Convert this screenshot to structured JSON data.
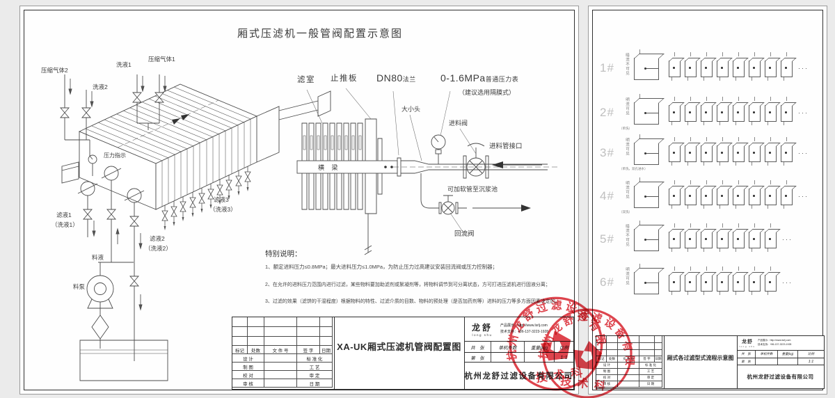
{
  "page": {
    "background": "#ebebeb",
    "line_color": "#4a4a4a",
    "stamp_color": "#d9232d"
  },
  "left_sheet": {
    "title": "厢式压滤机一般管阀配置示意图",
    "labels": {
      "compressed_gas_2": "压缩气体2",
      "wash_2": "洗液2",
      "wash_1": "洗液1",
      "compressed_gas_1": "压缩气体1",
      "pressure_indicator": "压力指示",
      "filtrate_1": "滤液1",
      "filtrate_1_alt": "（洗液1）",
      "filtrate_2": "滤液2",
      "filtrate_2_alt": "（洗液2）",
      "filtrate_3": "滤液3",
      "filtrate_3_alt": "（洗液3）",
      "feed_liquid": "料液",
      "feed_pump": "料泵",
      "filter_chamber": "滤室",
      "thrust_plate": "止推板",
      "flange_size": "DN80",
      "flange_word": "法兰",
      "gauge_range": "0-1.6MPa",
      "gauge_type": "普通压力表",
      "gauge_note": "（建议选用隔膜式）",
      "reducer": "大小头",
      "cross_beam": "横 梁",
      "feed_valve": "进料阀",
      "feed_port": "进料管接口",
      "hose_note": "可加软管至沉浆池",
      "return_valve": "回流阀"
    },
    "notes": {
      "heading": "特别说明：",
      "items": [
        "1、额定进料压力≤0.8MPa；最大进料压力≤1.0MPa，为防止压力过高建议安装回流阀或压力控制器；",
        "2、在允许的进料压力范围内进行过滤，某些物料要加助滤剂或絮凝剂等，将物料调节到可分离状态，方可打进压滤机进行固液分离；",
        "3、过滤的效果（滤饼的干湿程度）根据物料的特性、过滤介质的目数、物料的预处理（是否加药剂等）进料的压力等多方面因素决定的。"
      ]
    },
    "titleblock": {
      "doc_title": "XA-UK厢式压滤机管阀配置图",
      "header_cells": [
        "标记",
        "处数",
        "文 件 号",
        "签 字",
        "日期"
      ],
      "left_rows": [
        [
          "设 计",
          "标 准 化"
        ],
        [
          "制 图",
          "工 艺"
        ],
        [
          "校 对",
          "审 定"
        ],
        [
          "审 核",
          "日 期"
        ]
      ],
      "logo_cn": "龙舒",
      "logo_en": "long shu",
      "contact1": "产品展示：http://www.lsrlj.com",
      "contact2": "技术支持：+86-137-3223-1928",
      "info_cells": [
        "共　张",
        "单机件数",
        "重量(kg)",
        "比例"
      ],
      "info_cells2": [
        "第　张",
        "",
        "",
        "1:1"
      ],
      "company": "杭州龙舒过滤设备有限公司"
    }
  },
  "right_sheet": {
    "rows": [
      {
        "label": "1#",
        "note": "暗流不可见",
        "sub": "",
        "plates": 8
      },
      {
        "label": "2#",
        "note": "明流可见",
        "sub": "（单洗）",
        "plates": 8
      },
      {
        "label": "3#",
        "note": "明流可见",
        "sub": "（单洗，双孔进水）",
        "plates": 8
      },
      {
        "label": "4#",
        "note": "明流可见",
        "sub": "（双洗）",
        "plates": 8
      },
      {
        "label": "5#",
        "note": "暗流不可见",
        "sub": "",
        "plates": 7
      },
      {
        "label": "6#",
        "note": "明流可见",
        "sub": "",
        "plates": 7
      }
    ],
    "ellipsis": "···",
    "titleblock": {
      "doc_title": "厢式各过滤型式流程示意图",
      "header_cells": [
        "标记",
        "处数",
        "文 件 号",
        "签 字",
        "日期"
      ],
      "left_rows": [
        [
          "设 计",
          "标 准 化"
        ],
        [
          "制 图",
          "工 艺"
        ],
        [
          "校 对",
          "审 定"
        ],
        [
          "审 核",
          "日 期"
        ]
      ],
      "logo_cn": "龙舒",
      "logo_en": "long shu",
      "contact1": "产品展示：http://www.lsrlj.com",
      "contact2": "技术支持：+86-137-3223-1928",
      "info_cells": [
        "共　张",
        "单机件数",
        "重量(kg)",
        "比例"
      ],
      "info_cells2": [
        "第　张",
        "",
        "",
        "1:1"
      ],
      "company": "杭州龙舒过滤设备有限公司"
    }
  },
  "stamp": {
    "company": "杭州龙舒过滤设备有限公司",
    "dept": "技 术 科"
  }
}
